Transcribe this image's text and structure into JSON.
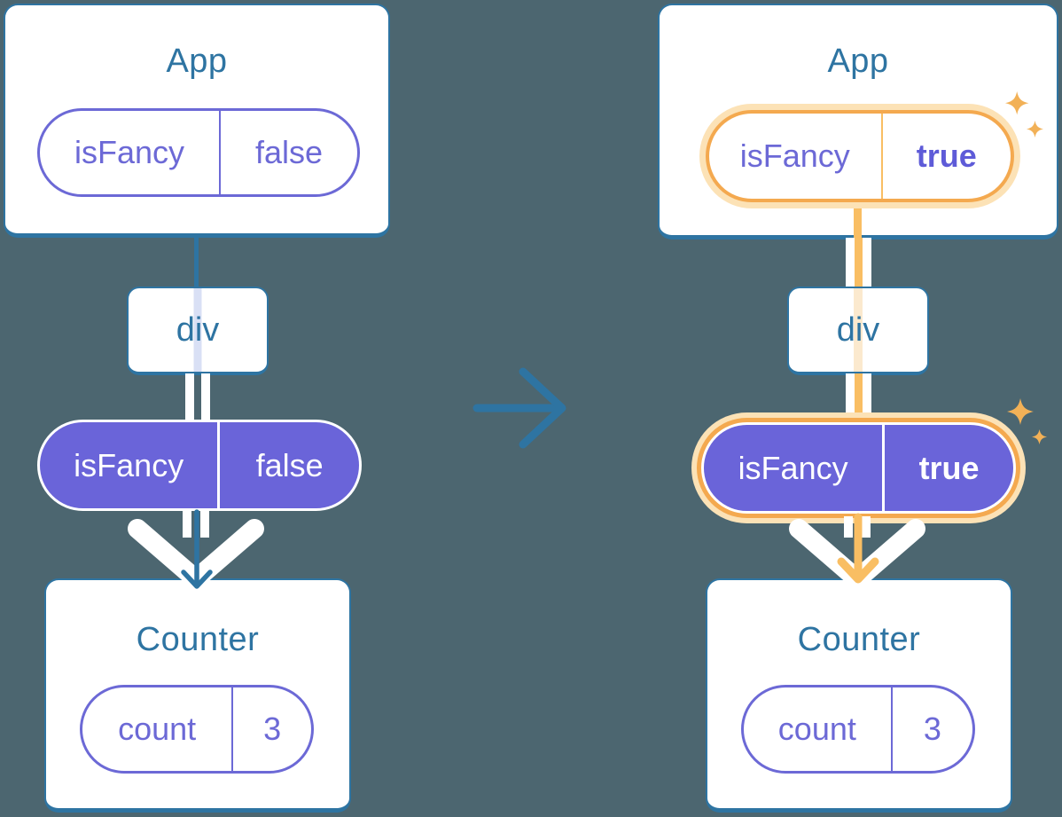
{
  "title_hint": "React docs style diagram: lifting state up — isFancy prop flips from false to true",
  "colors": {
    "background": "#4C6670",
    "blue": "#2E74A2",
    "purple_fill": "#6A64D9",
    "purple_outline": "#6C69D6",
    "purple_bold": "#5E5BD8",
    "orange_ring": "#F4A94F",
    "orange_bright": "#F9BE63",
    "orange_glow": "#FCE2B6",
    "sparkle": "#F2B157"
  },
  "left": {
    "app": {
      "title": "App",
      "state_key": "isFancy",
      "state_value": "false"
    },
    "div_label": "div",
    "prop": {
      "key": "isFancy",
      "value": "false"
    },
    "counter": {
      "title": "Counter",
      "state_key": "count",
      "state_value": "3"
    }
  },
  "right": {
    "app": {
      "title": "App",
      "state_key": "isFancy",
      "state_value": "true"
    },
    "div_label": "div",
    "prop": {
      "key": "isFancy",
      "value": "true"
    },
    "counter": {
      "title": "Counter",
      "state_key": "count",
      "state_value": "3"
    }
  }
}
